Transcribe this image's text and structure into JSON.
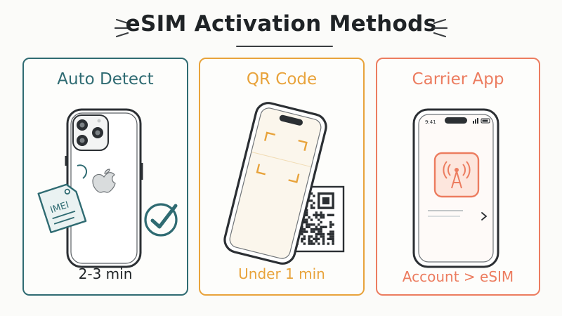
{
  "title": "eSIM Activation Methods",
  "colors": {
    "teal": "#2f6b72",
    "amber": "#e8a33b",
    "coral": "#ec7c5f",
    "ink": "#1f2326"
  },
  "methods": [
    {
      "name": "Auto Detect",
      "caption": "2-3 min",
      "tag_text": "IMEI",
      "icons": [
        "iphone-back-icon",
        "imei-tag-icon",
        "checkmark-circle-icon"
      ]
    },
    {
      "name": "QR Code",
      "caption": "Under 1 min",
      "icons": [
        "phone-scanner-icon",
        "qr-code-icon"
      ]
    },
    {
      "name": "Carrier App",
      "caption": "Account > eSIM",
      "status_time": "9:41",
      "icons": [
        "phone-front-icon",
        "carrier-app-icon",
        "chevron-right-icon"
      ]
    }
  ]
}
